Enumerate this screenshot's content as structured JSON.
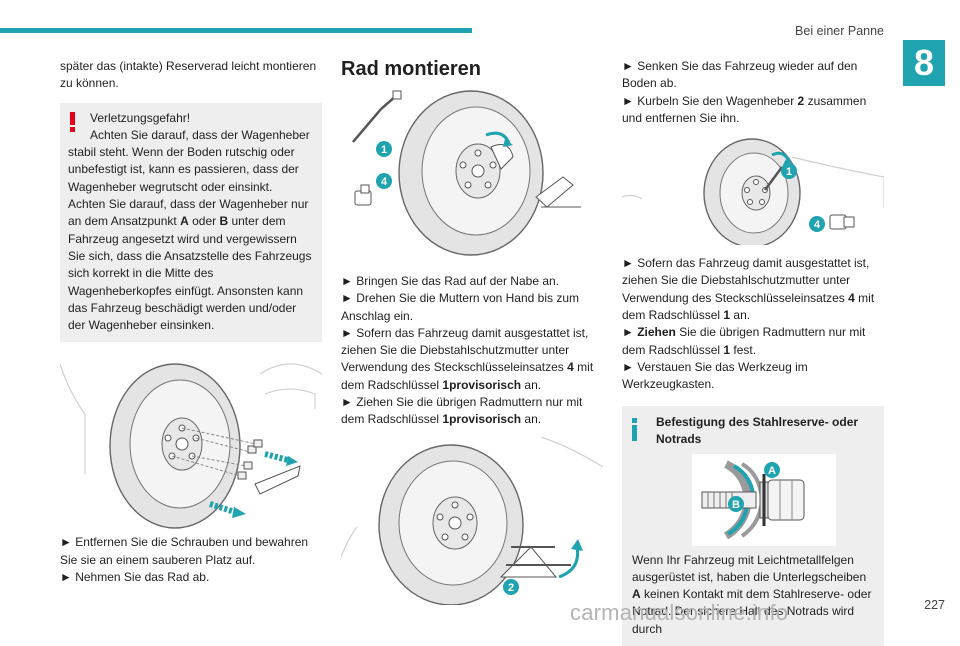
{
  "header": {
    "section": "Bei einer Panne",
    "chapter_number": "8",
    "page_number": "227"
  },
  "col1": {
    "intro": "später das (intakte) Reserverad leicht montieren zu können.",
    "warning_lines": [
      "Verletzungsgefahr!",
      "Achten Sie darauf, dass der Wagenheber stabil steht. Wenn der Boden rutschig oder unbefestigt ist, kann es passieren, dass der Wagenheber wegrutscht oder einsinkt.",
      "Achten Sie darauf, dass der Wagenheber nur an dem Ansatzpunkt",
      "A",
      " oder ",
      "B",
      " unter dem Fahrzeug angesetzt wird und vergewissern Sie sich, dass die Ansatzstelle des Fahrzeugs sich korrekt in die Mitte des Wagenheberkopfes einfügt. Ansonsten kann das Fahrzeug beschädigt werden und/oder der Wagenheber einsinken."
    ],
    "steps": [
      "► Entfernen Sie die Schrauben und bewahren Sie sie an einem sauberen Platz auf.",
      "► Nehmen Sie das Rad ab."
    ]
  },
  "col2": {
    "heading": "Rad montieren",
    "fig_labels": [
      "1",
      "4"
    ],
    "step1": "► Bringen Sie das Rad auf der Nabe an.",
    "step2": "► Drehen Sie die Muttern von Hand bis zum Anschlag ein.",
    "step3_a": "► Sofern das Fahrzeug damit ausgestattet ist, ziehen Sie die Diebstahlschutzmutter unter Verwendung des Steckschlüsseleinsatzes ",
    "step3_b": "4",
    "step3_c": " mit dem Radschlüssel ",
    "step3_d": "1provisorisch",
    "step3_e": " an.",
    "step4_a": "► Ziehen Sie die übrigen Radmuttern nur mit dem Radschlüssel ",
    "step4_b": "1provisorisch",
    "step4_c": " an.",
    "fig2_label": "2"
  },
  "col3": {
    "step1": "► Senken Sie das Fahrzeug wieder auf den Boden ab.",
    "step2_a": "► Kurbeln Sie den Wagenheber ",
    "step2_b": "2",
    "step2_c": " zusammen und entfernen Sie ihn.",
    "fig_labels": [
      "1",
      "4"
    ],
    "step3_a": "► Sofern das Fahrzeug damit ausgestattet ist, ziehen Sie die Diebstahlschutzmutter unter Verwendung des Steckschlüsseleinsatzes ",
    "step3_b": "4",
    "step3_c": " mit dem Radschlüssel ",
    "step3_d": "1",
    "step3_e": " an.",
    "step4_a": "► ",
    "step4_b": "Ziehen",
    "step4_c": " Sie die übrigen Radmuttern nur mit dem Radschlüssel ",
    "step4_d": "1",
    "step4_e": " fest.",
    "step5": "► Verstauen Sie das Werkzeug im Werkzeugkasten.",
    "info_title": "Befestigung des Stahlreserve- oder Notrads",
    "info_labels": [
      "A",
      "B"
    ],
    "info_a": "Wenn Ihr Fahrzeug mit Leichtmetallfelgen ausgerüstet ist, haben die Unterlegscheiben ",
    "info_b": "A",
    "info_c": " keinen Kontakt mit dem Stahlreserve- oder Notrad. Der sichere Halt des Notrads wird durch"
  },
  "watermark": "carmanualsonline.info",
  "colors": {
    "accent": "#1fa3b0",
    "warning": "#e2001a",
    "box": "#eeeeee"
  }
}
